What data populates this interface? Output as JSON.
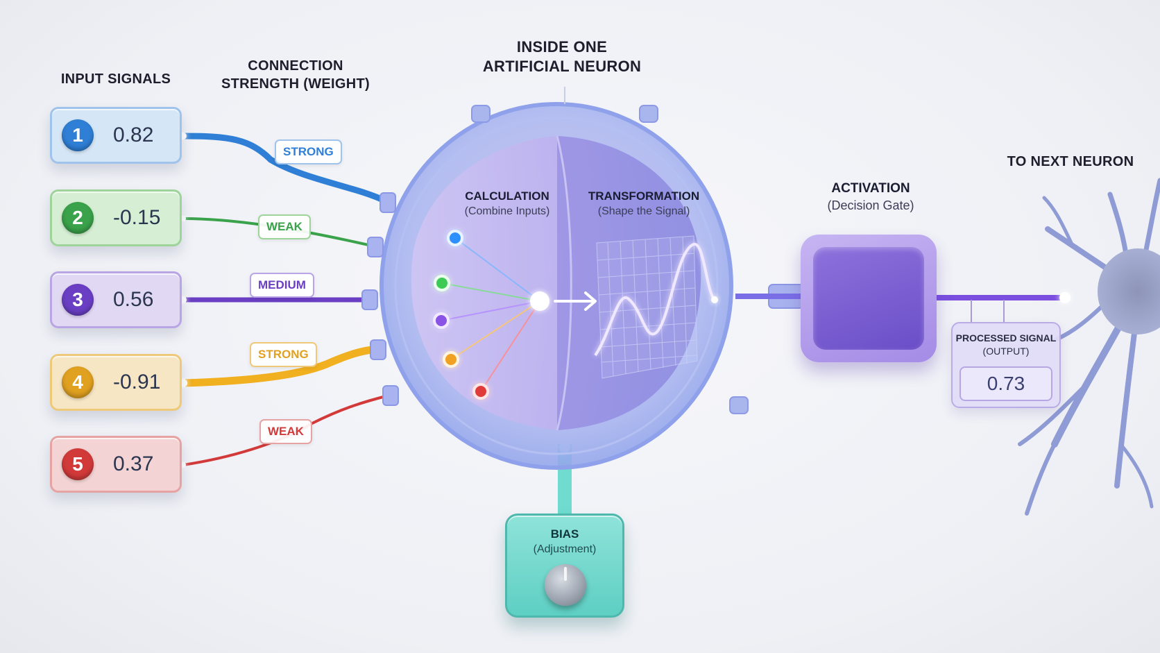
{
  "headers": {
    "input_signals": "INPUT SIGNALS",
    "connection_line1": "CONNECTION",
    "connection_line2": "STRENGTH (WEIGHT)",
    "inside_line1": "INSIDE ONE",
    "inside_line2": "ARTIFICIAL NEURON",
    "to_next": "TO NEXT NEURON"
  },
  "inputs": [
    {
      "num": "1",
      "value": "0.82",
      "weight": "STRONG",
      "color": "#2f7fd6",
      "bg": "#d5e6f6",
      "border": "#9fc3ea"
    },
    {
      "num": "2",
      "value": "-0.15",
      "weight": "WEAK",
      "color": "#3aa24a",
      "bg": "#d6efd4",
      "border": "#9ed49a"
    },
    {
      "num": "3",
      "value": "0.56",
      "weight": "MEDIUM",
      "color": "#6a3fc4",
      "bg": "#e1d8f4",
      "border": "#b9a5e4"
    },
    {
      "num": "4",
      "value": "-0.91",
      "weight": "STRONG",
      "color": "#e0a020",
      "bg": "#f6e6c4",
      "border": "#eec97a"
    },
    {
      "num": "5",
      "value": "0.37",
      "weight": "WEAK",
      "color": "#d23a3a",
      "bg": "#f3d3d3",
      "border": "#e6a3a3"
    }
  ],
  "neuron": {
    "calculation": {
      "title": "CALCULATION",
      "subtitle": "(Combine Inputs)"
    },
    "transformation": {
      "title": "TRANSFORMATION",
      "subtitle": "(Shape the Signal)"
    }
  },
  "activation": {
    "title": "ACTIVATION",
    "subtitle": "(Decision Gate)"
  },
  "bias": {
    "title": "BIAS",
    "subtitle": "(Adjustment)"
  },
  "output": {
    "title_line1": "PROCESSED SIGNAL",
    "title_line2": "(OUTPUT)",
    "value": "0.73"
  },
  "colors": {
    "accent_purple": "#7a4fe0",
    "bias_teal": "#5ecfc3"
  }
}
